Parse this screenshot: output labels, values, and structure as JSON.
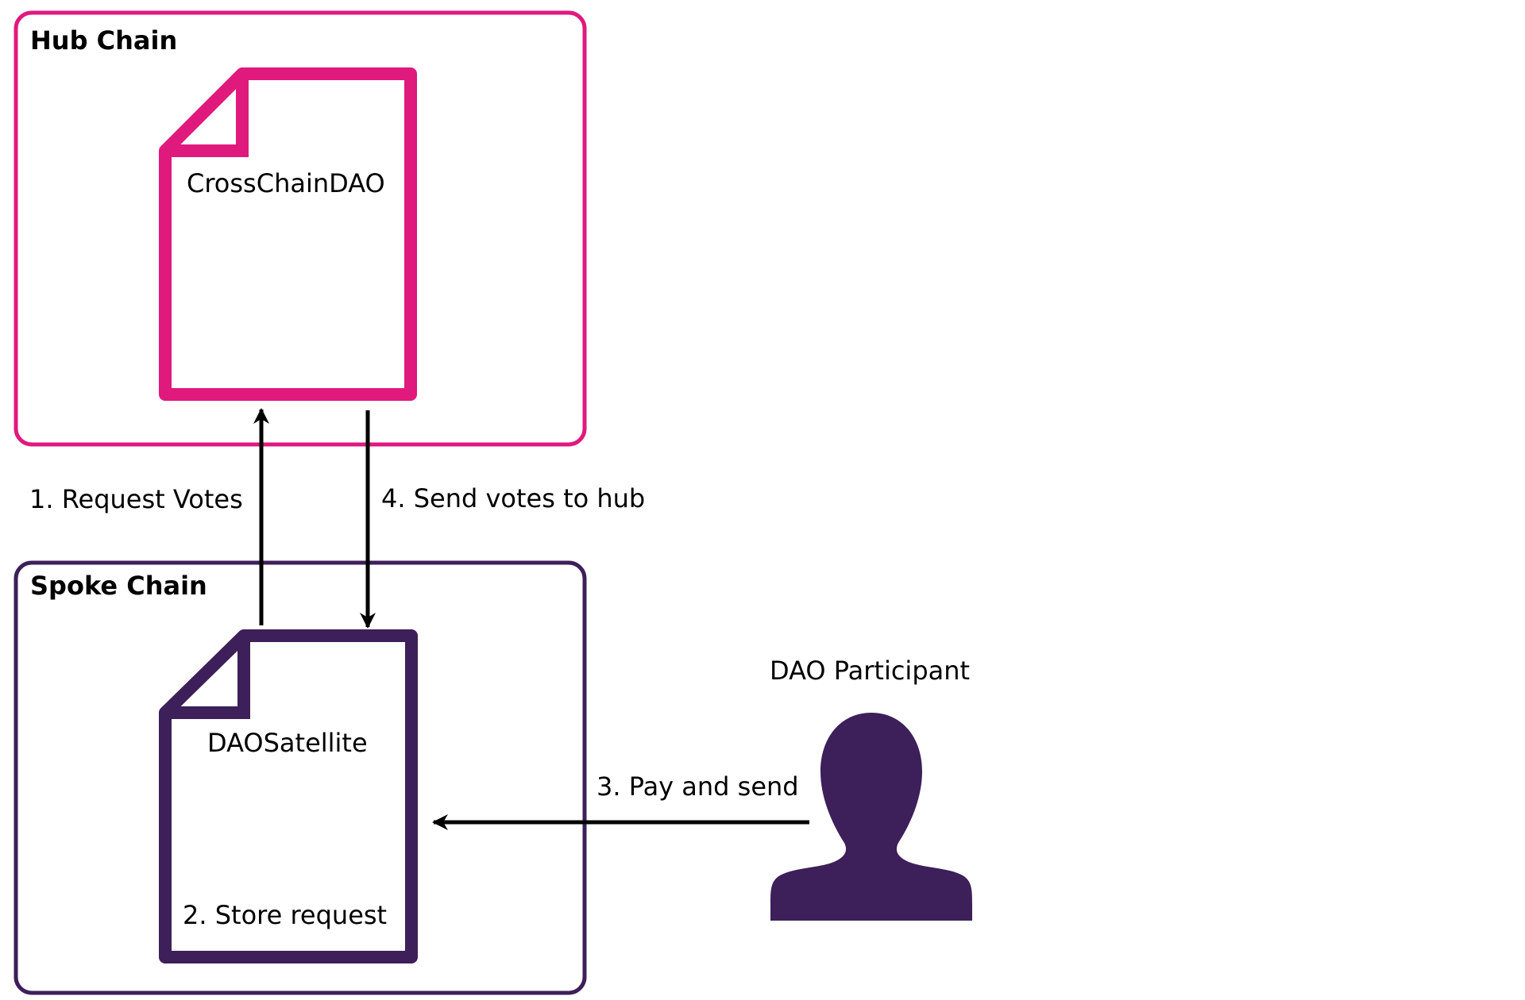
{
  "colors": {
    "hub": "#e0197d",
    "spoke": "#3d1f5a",
    "arrow": "#000000",
    "background": "#ffffff"
  },
  "hub_chain": {
    "title": "Hub Chain",
    "contract": {
      "icon": "document-icon",
      "name": "CrossChainDAO"
    }
  },
  "spoke_chain": {
    "title": "Spoke Chain",
    "contract": {
      "icon": "document-icon",
      "name": "DAOSatellite",
      "note": "2. Store request"
    }
  },
  "actor": {
    "icon": "person-icon",
    "name": "DAO Participant"
  },
  "flows": {
    "request_votes": "1. Request Votes",
    "send_votes": "4. Send votes to hub",
    "pay_and_send": "3. Pay and send"
  }
}
